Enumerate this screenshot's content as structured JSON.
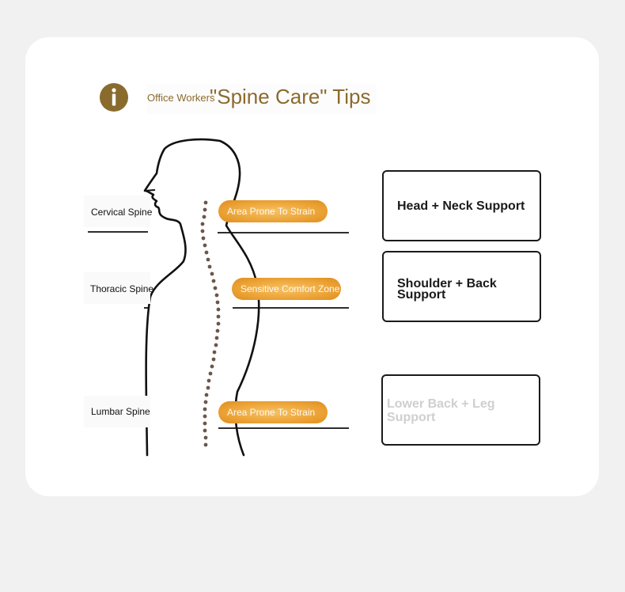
{
  "header": {
    "title_prefix": "Office Workers",
    "title_main": "\"Spine Care\" Tips",
    "icon": "info-icon"
  },
  "spine_regions": [
    {
      "label": "Cervical Spine",
      "tag": "Area Prone To Strain"
    },
    {
      "label": "Thoracic Spine",
      "tag": "Sensitive Comfort Zone"
    },
    {
      "label": "Lumbar Spine",
      "tag": "Area Prone To Strain"
    }
  ],
  "tips": [
    {
      "label": "Head + Neck Support"
    },
    {
      "label": "Shoulder + Back Support"
    },
    {
      "label": "Lower Back + Leg Support"
    }
  ],
  "colors": {
    "accent": "#8a6b2e",
    "pill": "#eda63a",
    "spine_dots": "#6b564c"
  }
}
